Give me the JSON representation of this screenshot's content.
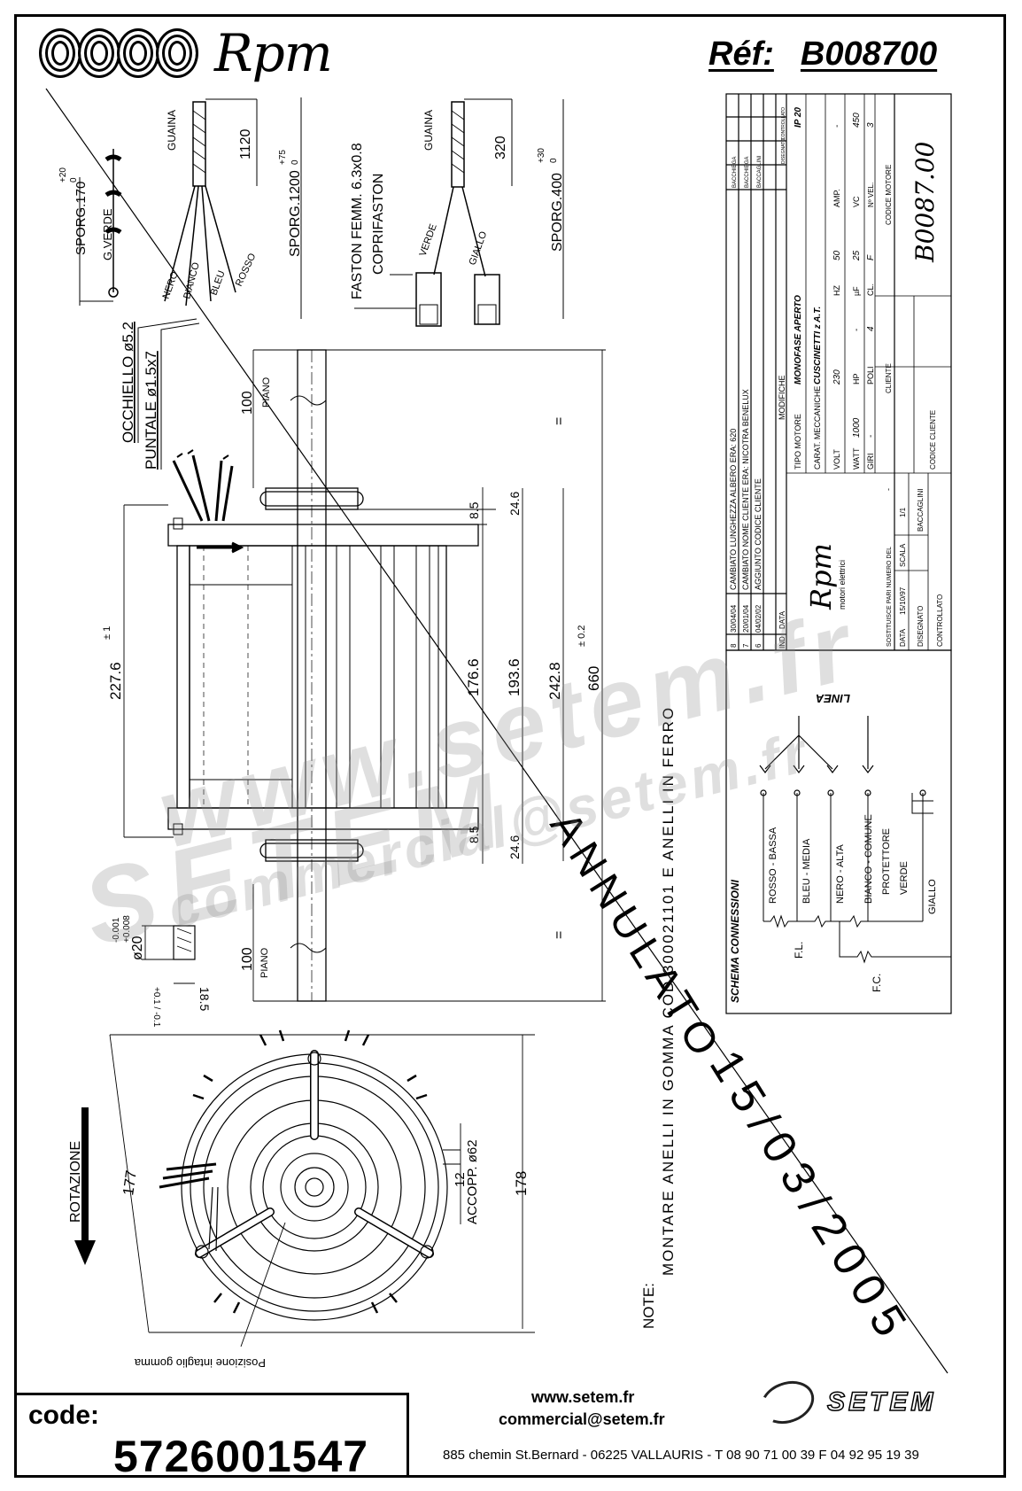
{
  "header": {
    "brand": "Rpm",
    "ref_label": "Réf:",
    "ref_value": "B008700"
  },
  "cable_left": {
    "sporg_label": "SPORG.170",
    "sporg_tol_upper": "+20",
    "sporg_tol_lower": "0",
    "ground": "G.VERDE",
    "sheath": "GUAINA",
    "sheath_len": "1120",
    "wires": [
      "NERO",
      "BIANCO",
      "BLEU",
      "ROSSO"
    ],
    "sporg2_label": "SPORG.1200",
    "sporg2_tol_upper": "+75",
    "sporg2_tol_lower": "0",
    "eyelet": "OCCHIELLO ø5.2",
    "tip": "PUNTALE ø1.5x7"
  },
  "cable_right": {
    "faston": "FASTON FEMM. 6.3x0.8",
    "cover": "COPRIFASTON",
    "sheath": "GUAINA",
    "sheath_len": "320",
    "wires": [
      "VERDE",
      "GIALLO"
    ],
    "sporg_label": "SPORG.400",
    "sporg_tol_upper": "+30",
    "sporg_tol_lower": "0"
  },
  "dimensions": {
    "d100": "100",
    "piano": "PIANO",
    "d8_5": "8.5",
    "d24_6": "24.6",
    "d227_6": "227.6",
    "tol_pm1": "± 1",
    "d176_6": "176.6",
    "d193_6": "193.6",
    "d242_8": "242.8",
    "d660": "660",
    "tol_02": "± 0.2",
    "equal": "=",
    "shaft_dia": "ø20",
    "shaft_tol_a": "-0.001",
    "shaft_tol_b": "+0.008",
    "d18_5": "18.5",
    "tol_01": "+0.1 / -0.1",
    "d177": "177",
    "d178": "178",
    "d12": "12",
    "accopp": "ACCOPP. ø62",
    "rotation": "ROTAZIONE",
    "gomma": "Posizione intaglio gomma"
  },
  "note": {
    "label": "NOTE:",
    "text": "MONTARE ANELLI IN GOMMA COD.300021101 E ANELLI IN FERRO"
  },
  "annulato": {
    "text": "ANNULATO",
    "date": "15/03/2005"
  },
  "title_block": {
    "revisions": [
      {
        "num": "8",
        "date": "30/04/04",
        "text": "CAMBIATO LUNGHEZZA ALBERO ERA: 620",
        "by": "BACCHIEGA"
      },
      {
        "num": "7",
        "date": "20/01/04",
        "text": "CAMBIATO NOME CLIENTE ERA: NICOTRA BENELUX",
        "by": "BACCHIEGA"
      },
      {
        "num": "6",
        "date": "04/02/02",
        "text": "AGGIUNTO CODICE CLIENTE",
        "by": "BACCAGLINI"
      }
    ],
    "rev_headers": [
      "IND",
      "DATA",
      "MODIFICHE",
      "DISEGNATO",
      "CONTROLLATO"
    ],
    "company": "Rpm",
    "company_sub": "motori elettrici",
    "motor_type_label": "TIPO MOTORE",
    "motor_type": "MONOFASE APERTO",
    "ip": "IP 20",
    "mech_label": "CARAT. MECCANICHE",
    "mech": "CUSCINETTI z A.T.",
    "volt_label": "VOLT",
    "volt": "230",
    "hz_label": "HZ",
    "hz": "50",
    "amp_label": "AMP.",
    "amp": "-",
    "watt_label": "WATT",
    "watt": "1000",
    "hp_label": "HP",
    "hp": "-",
    "uf_label": "µF",
    "uf": "25",
    "vc_label": "VC",
    "vc": "450",
    "giri_label": "GIRI",
    "giri": "-",
    "poli_label": "POLI",
    "poli": "4",
    "cl_label": "CL.",
    "cl": "F",
    "nvel_label": "Nº VEL.",
    "nvel": "3",
    "sost_label": "SOSTITUISCE PARI NUMERO DEL",
    "sost": "-",
    "data_label": "DATA",
    "data": "15/10/97",
    "scala_label": "SCALA",
    "scala": "1/1",
    "disegnato_label": "DISEGNATO",
    "disegnato": "BACCAGLINI",
    "controllato_label": "CONTROLLATO",
    "cliente_label": "CLIENTE",
    "codice_cliente_label": "CODICE CLIENTE",
    "codice_motore_label": "CODICE MOTORE",
    "codice_motore": "B0087.00"
  },
  "schema": {
    "title": "SCHEMA CONNESSIONI",
    "linea": "LINEA",
    "leads": [
      "ROSSO - BASSA",
      "BLEU - MEDIA",
      "NERO - ALTA",
      "BIANCO - COMUNE",
      "PROTETTORE",
      "VERDE",
      "GIALLO"
    ],
    "fl": "F.L.",
    "fc": "F.C."
  },
  "watermark": {
    "url": "www.setem.fr",
    "brand": "SETEM",
    "mail": "commercial@setem.fr"
  },
  "footer": {
    "code_label": "code:",
    "code_value": "5726001547",
    "web": "www.setem.fr",
    "email": "commercial@setem.fr",
    "address": "885 chemin St.Bernard  -  06225 VALLAURIS  -  T 08 90 71 00 39  F 04 92 95 19 39",
    "setem": "SETEM"
  }
}
